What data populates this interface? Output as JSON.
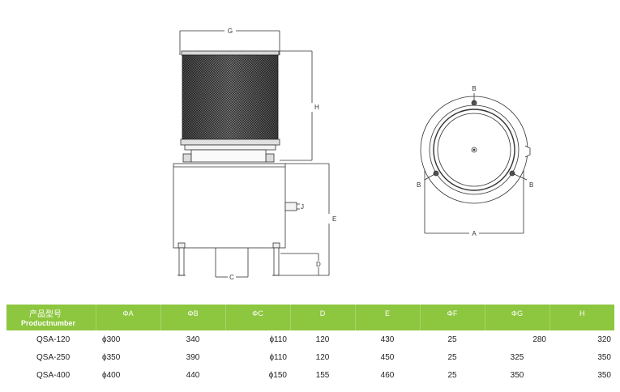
{
  "diagram": {
    "dimension_labels": {
      "G": "G",
      "H": "H",
      "E": "E",
      "D": "D",
      "C": "C",
      "A": "A",
      "B_top": "B",
      "B_left": "B",
      "B_right": "B"
    }
  },
  "table": {
    "header": {
      "model_cn": "产品型号",
      "model_en": "Productnumber",
      "columns": [
        "ΦA",
        "ΦB",
        "ΦC",
        "D",
        "E",
        "ΦF",
        "ΦG",
        "H"
      ]
    },
    "rows": [
      {
        "model": "QSA-120",
        "a": "ϕ300",
        "b": "340",
        "c": "ϕ110",
        "d": "120",
        "e": "430",
        "f": "25",
        "g": "280",
        "h": "320"
      },
      {
        "model": "QSA-250",
        "a": "ϕ350",
        "b": "390",
        "c": "ϕ110",
        "d": "120",
        "e": "450",
        "f": "25",
        "g": "325",
        "h": "350"
      },
      {
        "model": "QSA-400",
        "a": "ϕ400",
        "b": "440",
        "c": "ϕ150",
        "d": "155",
        "e": "460",
        "f": "25",
        "g": "350",
        "h": "350"
      }
    ]
  },
  "colors": {
    "header_green": "#8dc63f",
    "line": "#333333"
  }
}
